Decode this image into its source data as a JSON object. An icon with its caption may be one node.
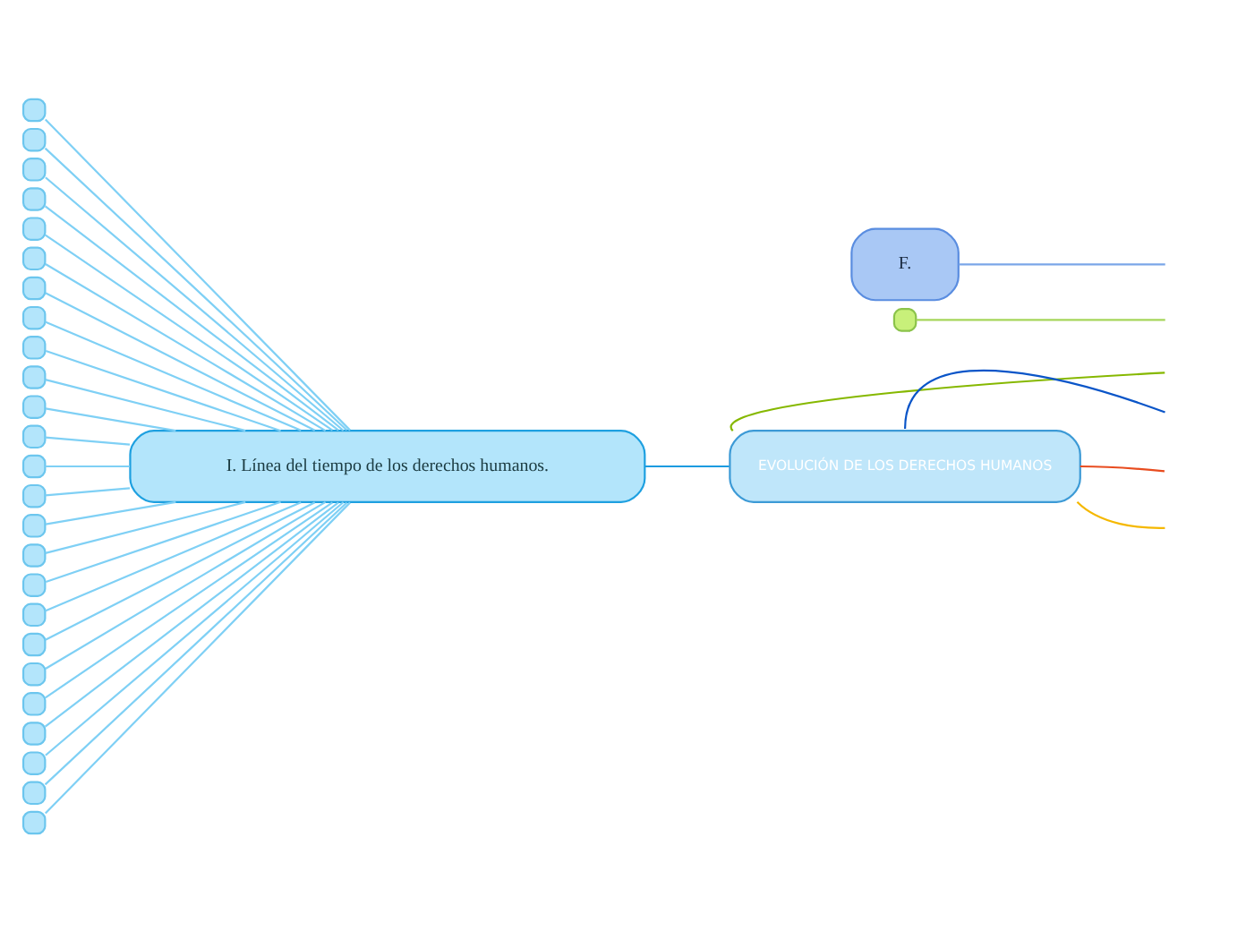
{
  "diagram": {
    "nodes": [
      {
        "text": [
          "EVOLUCIÓN DE LOS DERECHOS HUMANOS"
        ]
      },
      {
        "text": [
          "I. Línea del tiempo de los derechos humanos."
        ]
      },
      {
        "text": [],
        "shape": "box"
      },
      {
        "text": [],
        "shape": "box"
      },
      {
        "text": [],
        "shape": "box"
      },
      {
        "text": [],
        "shape": "box"
      },
      {
        "text": [],
        "shape": "box"
      },
      {
        "text": [],
        "shape": "box"
      },
      {
        "text": [],
        "shape": "box"
      },
      {
        "text": [],
        "shape": "box"
      },
      {
        "text": [],
        "shape": "box"
      },
      {
        "text": [],
        "shape": "box"
      },
      {
        "text": [],
        "shape": "box"
      },
      {
        "text": [],
        "shape": "box"
      },
      {
        "text": [],
        "shape": "box"
      },
      {
        "text": [],
        "shape": "box"
      },
      {
        "text": [],
        "shape": "box"
      },
      {
        "text": [],
        "shape": "box"
      },
      {
        "text": [],
        "shape": "box"
      },
      {
        "text": [],
        "shape": "box"
      },
      {
        "text": [],
        "shape": "box"
      },
      {
        "text": [],
        "shape": "box"
      },
      {
        "text": [],
        "shape": "box"
      },
      {
        "text": [],
        "shape": "box"
      },
      {
        "text": [],
        "shape": "box"
      },
      {
        "text": [],
        "shape": "box"
      },
      {
        "text": [],
        "shape": "box"
      },
      {
        "text": [],
        "shape": "box"
      },
      {
        "text": [
          "F."
        ]
      }
    ],
    "edges": [
      {
        "from": 0,
        "to": 1,
        "arrow": "none",
        "color": "#1a9be0"
      },
      {
        "from": 0,
        "to": null,
        "arrow": "none",
        "color": "#86b800"
      },
      {
        "from": 0,
        "to": null,
        "arrow": "none",
        "color": "#0a55c8"
      },
      {
        "from": 0,
        "to": null,
        "arrow": "none",
        "color": "#f5b800"
      },
      {
        "from": 0,
        "to": null,
        "arrow": "none",
        "color": "#e84c1f"
      },
      {
        "from": null,
        "to": 2,
        "arrow": "none",
        "color": "#a6d65a"
      },
      {
        "from": null,
        "to": 28,
        "arrow": "none",
        "color": "#7aa6e8"
      },
      {
        "from": 1,
        "to": 3,
        "arrow": "none"
      },
      {
        "from": 1,
        "to": 4,
        "arrow": "none"
      },
      {
        "from": 1,
        "to": 5,
        "arrow": "none"
      },
      {
        "from": 1,
        "to": 6,
        "arrow": "none"
      },
      {
        "from": 1,
        "to": 7,
        "arrow": "none"
      },
      {
        "from": 1,
        "to": 8,
        "arrow": "none"
      },
      {
        "from": 1,
        "to": 9,
        "arrow": "none"
      },
      {
        "from": 1,
        "to": 10,
        "arrow": "none"
      },
      {
        "from": 1,
        "to": 11,
        "arrow": "none"
      },
      {
        "from": 1,
        "to": 12,
        "arrow": "none"
      },
      {
        "from": 1,
        "to": 13,
        "arrow": "none"
      },
      {
        "from": 1,
        "to": 14,
        "arrow": "none"
      },
      {
        "from": 1,
        "to": 15,
        "arrow": "none"
      },
      {
        "from": 1,
        "to": 16,
        "arrow": "none"
      },
      {
        "from": 1,
        "to": 17,
        "arrow": "none"
      },
      {
        "from": 1,
        "to": 18,
        "arrow": "none"
      },
      {
        "from": 1,
        "to": 19,
        "arrow": "none"
      },
      {
        "from": 1,
        "to": 20,
        "arrow": "none"
      },
      {
        "from": 1,
        "to": 21,
        "arrow": "none"
      },
      {
        "from": 1,
        "to": 22,
        "arrow": "none"
      },
      {
        "from": 1,
        "to": 23,
        "arrow": "none"
      },
      {
        "from": 1,
        "to": 24,
        "arrow": "none"
      },
      {
        "from": 1,
        "to": 25,
        "arrow": "none"
      },
      {
        "from": 1,
        "to": 26,
        "arrow": "none"
      },
      {
        "from": 1,
        "to": 27,
        "arrow": "none"
      }
    ]
  }
}
